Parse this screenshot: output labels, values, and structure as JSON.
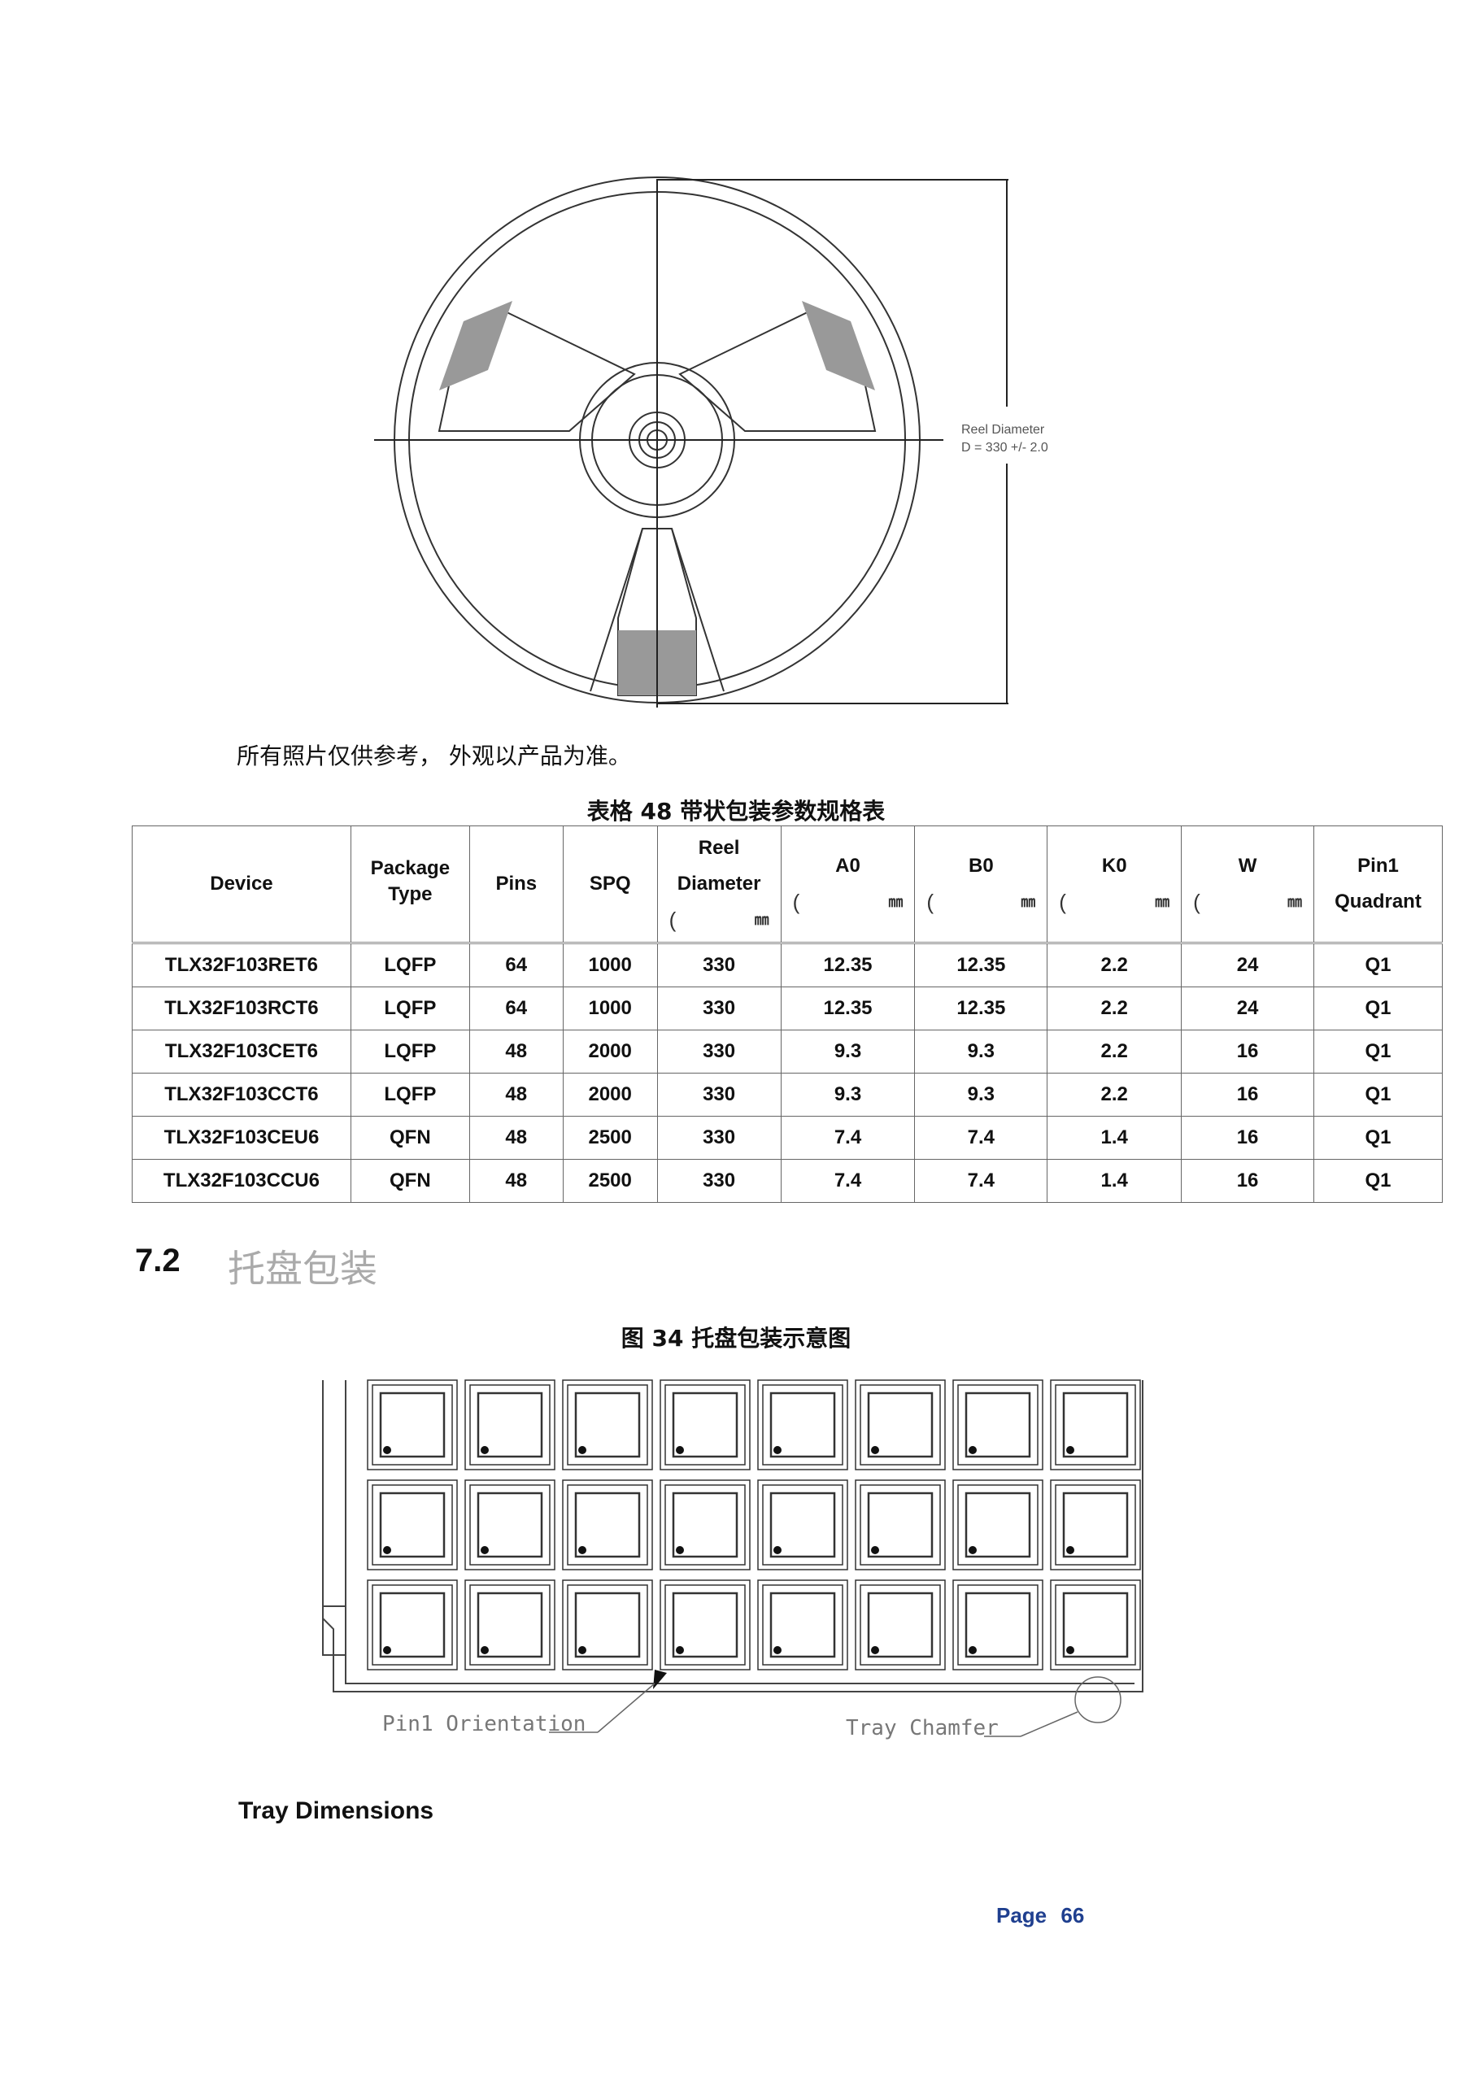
{
  "reel_figure": {
    "label_line1": "Reel Diameter",
    "label_line2": "D = 330 +/- 2.0"
  },
  "photo_note": "所有照片仅供参考， 外观以产品为准。",
  "table": {
    "title": "表格  48  带状包装参数规格表",
    "unit_open": "(",
    "unit": "㎜",
    "headers": [
      "Device",
      "Package Type",
      "Pins",
      "SPQ",
      "Reel Diameter",
      "A0",
      "B0",
      "K0",
      "W",
      "Pin1 Quadrant"
    ],
    "rows": [
      [
        "TLX32F103RET6",
        "LQFP",
        "64",
        "1000",
        "330",
        "12.35",
        "12.35",
        "2.2",
        "24",
        "Q1"
      ],
      [
        "TLX32F103RCT6",
        "LQFP",
        "64",
        "1000",
        "330",
        "12.35",
        "12.35",
        "2.2",
        "24",
        "Q1"
      ],
      [
        "TLX32F103CET6",
        "LQFP",
        "48",
        "2000",
        "330",
        "9.3",
        "9.3",
        "2.2",
        "16",
        "Q1"
      ],
      [
        "TLX32F103CCT6",
        "LQFP",
        "48",
        "2000",
        "330",
        "9.3",
        "9.3",
        "2.2",
        "16",
        "Q1"
      ],
      [
        "TLX32F103CEU6",
        "QFN",
        "48",
        "2500",
        "330",
        "7.4",
        "7.4",
        "1.4",
        "16",
        "Q1"
      ],
      [
        "TLX32F103CCU6",
        "QFN",
        "48",
        "2500",
        "330",
        "7.4",
        "7.4",
        "1.4",
        "16",
        "Q1"
      ]
    ]
  },
  "section": {
    "number": "7.2",
    "title": "托盘包装"
  },
  "figure_caption": "图  34  托盘包装示意图",
  "tray_figure": {
    "pin1_label": "Pin1 Orientation",
    "chamfer_label": "Tray Chamfer",
    "rows": 3,
    "cols": 8
  },
  "tray_dimensions_heading": "Tray Dimensions",
  "page_number": "Page 66"
}
